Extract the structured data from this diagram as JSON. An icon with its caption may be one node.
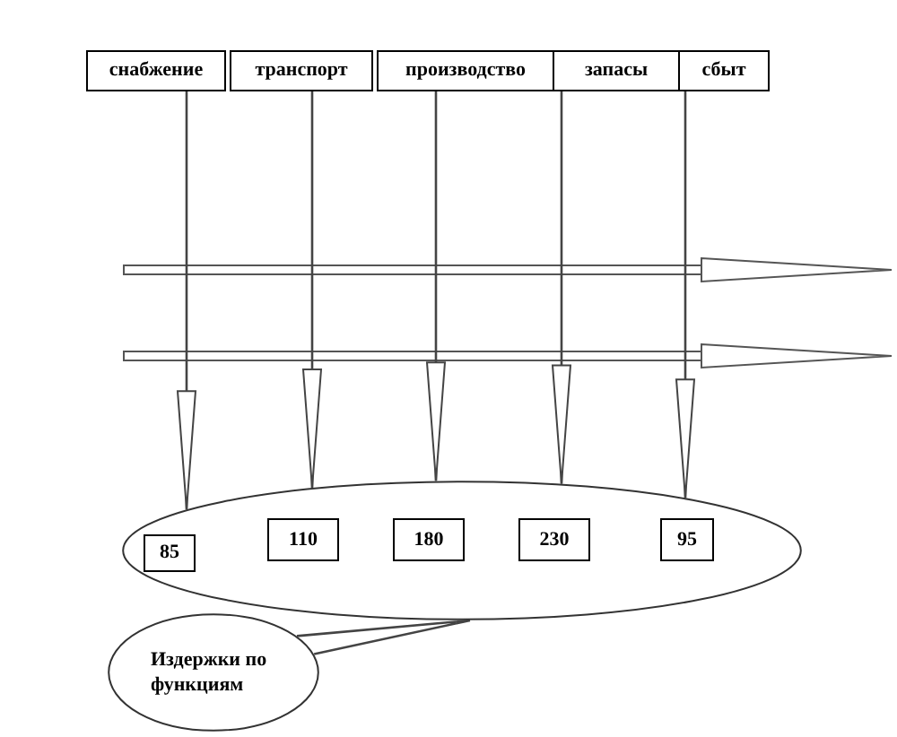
{
  "diagram": {
    "nodes": [
      {
        "text": [
          "снабжение"
        ]
      },
      {
        "text": [
          "транспорт"
        ]
      },
      {
        "text": [
          "производство"
        ]
      },
      {
        "text": [
          "запасы"
        ]
      },
      {
        "text": [
          "сбыт"
        ]
      },
      {
        "text": [],
        "shape": "ellipse"
      },
      {
        "text": [
          "85"
        ],
        "in": 5
      },
      {
        "text": [
          "110"
        ],
        "in": 5
      },
      {
        "text": [
          "180"
        ],
        "in": 5
      },
      {
        "text": [
          "230"
        ],
        "in": 5
      },
      {
        "text": [
          "95"
        ],
        "in": 5
      },
      {
        "text": [
          "Издержки по функциям"
        ]
      }
    ],
    "edges": [
      {
        "from": 0,
        "to": 5,
        "arrow": "to"
      },
      {
        "from": 1,
        "to": 5,
        "arrow": "to"
      },
      {
        "from": 2,
        "to": 5,
        "arrow": "to"
      },
      {
        "from": 3,
        "to": 5,
        "arrow": "to"
      },
      {
        "from": 4,
        "to": 5,
        "arrow": "to"
      },
      {
        "from": 11,
        "to": 5,
        "arrow": "none"
      }
    ]
  }
}
